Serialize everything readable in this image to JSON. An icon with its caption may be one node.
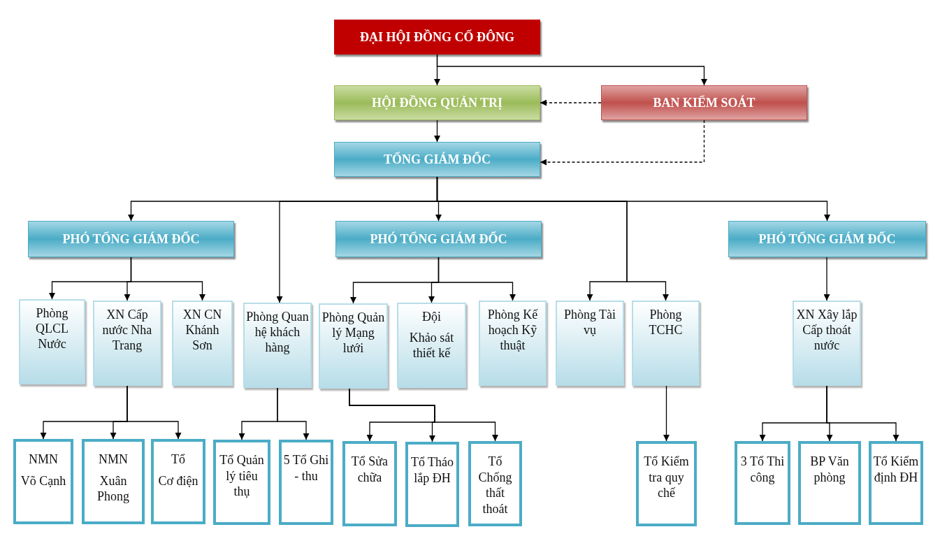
{
  "diagram": {
    "nodes": [
      {
        "text": [
          "ĐẠI HỘI ĐỒNG CỔ ĐÔNG"
        ]
      },
      {
        "text": [
          "HỘI ĐỒNG QUẢN TRỊ"
        ]
      },
      {
        "text": [
          "BAN KIỂM SOÁT"
        ]
      },
      {
        "text": [
          "TỔNG GIÁM ĐỐC"
        ]
      },
      {
        "text": [
          "PHÓ TỔNG GIÁM ĐỐC"
        ]
      },
      {
        "text": [
          "PHÓ TỔNG GIÁM ĐỐC"
        ]
      },
      {
        "text": [
          "PHÓ TỔNG GIÁM ĐỐC"
        ]
      },
      {
        "text": [
          "Phòng QLCL Nước"
        ]
      },
      {
        "text": [
          "XN Cấp nước Nha Trang"
        ]
      },
      {
        "text": [
          "XN CN Khánh Sơn"
        ]
      },
      {
        "text": [
          "Phòng Quan hệ khách hàng"
        ]
      },
      {
        "text": [
          "Phòng Quản lý Mạng lưới"
        ]
      },
      {
        "text": [
          "Đội",
          "Khảo sát thiết kế"
        ]
      },
      {
        "text": [
          "Phòng Kế hoạch Kỹ thuật"
        ]
      },
      {
        "text": [
          "Phòng Tài vụ"
        ]
      },
      {
        "text": [
          "Phòng TCHC"
        ]
      },
      {
        "text": [
          "XN Xây lắp Cấp thoát nước"
        ]
      },
      {
        "text": [
          "NMN",
          "Võ Cạnh"
        ]
      },
      {
        "text": [
          "NMN",
          "Xuân Phong"
        ]
      },
      {
        "text": [
          "Tổ",
          "Cơ điện"
        ]
      },
      {
        "text": [
          "Tổ Quản lý tiêu thụ"
        ]
      },
      {
        "text": [
          "5 Tổ Ghi - thu"
        ]
      },
      {
        "text": [
          "Tổ Sửa chữa"
        ]
      },
      {
        "text": [
          "Tổ Tháo lắp ĐH"
        ]
      },
      {
        "text": [
          "Tổ Chống thất thoát"
        ]
      },
      {
        "text": [
          "Tổ Kiểm tra quy chế"
        ]
      },
      {
        "text": [
          "3 Tổ Thi công"
        ]
      },
      {
        "text": [
          "BP Văn phòng"
        ]
      },
      {
        "text": [
          "Tổ Kiểm định ĐH"
        ]
      }
    ],
    "edges": [
      {
        "from": 0,
        "to": 1,
        "arrow": "to"
      },
      {
        "from": 0,
        "to": 2,
        "arrow": "to"
      },
      {
        "from": 2,
        "to": 1,
        "arrow": "to",
        "style": "dashed"
      },
      {
        "from": 1,
        "to": 3,
        "arrow": "to"
      },
      {
        "from": 2,
        "to": 3,
        "arrow": "to",
        "style": "dashed"
      },
      {
        "from": 3,
        "to": 4,
        "arrow": "to"
      },
      {
        "from": 3,
        "to": 10,
        "arrow": "to"
      },
      {
        "from": 3,
        "to": 5,
        "arrow": "to"
      },
      {
        "from": 3,
        "to": 14,
        "arrow": "to"
      },
      {
        "from": 3,
        "to": 15,
        "arrow": "to"
      },
      {
        "from": 3,
        "to": 6,
        "arrow": "to"
      },
      {
        "from": 4,
        "to": 7,
        "arrow": "to"
      },
      {
        "from": 4,
        "to": 8,
        "arrow": "to"
      },
      {
        "from": 4,
        "to": 9,
        "arrow": "to"
      },
      {
        "from": 5,
        "to": 11,
        "arrow": "to"
      },
      {
        "from": 5,
        "to": 12,
        "arrow": "to"
      },
      {
        "from": 5,
        "to": 13,
        "arrow": "to"
      },
      {
        "from": 6,
        "to": 16,
        "arrow": "to"
      },
      {
        "from": 8,
        "to": 17,
        "arrow": "to"
      },
      {
        "from": 8,
        "to": 18,
        "arrow": "to"
      },
      {
        "from": 8,
        "to": 19,
        "arrow": "to"
      },
      {
        "from": 10,
        "to": 20,
        "arrow": "to"
      },
      {
        "from": 10,
        "to": 21,
        "arrow": "to"
      },
      {
        "from": 11,
        "to": 22,
        "arrow": "to"
      },
      {
        "from": 11,
        "to": 23,
        "arrow": "to"
      },
      {
        "from": 11,
        "to": 24,
        "arrow": "to"
      },
      {
        "from": 15,
        "to": 25,
        "arrow": "to"
      },
      {
        "from": 16,
        "to": 26,
        "arrow": "to"
      },
      {
        "from": 16,
        "to": 27,
        "arrow": "to"
      },
      {
        "from": 16,
        "to": 28,
        "arrow": "to"
      }
    ]
  }
}
